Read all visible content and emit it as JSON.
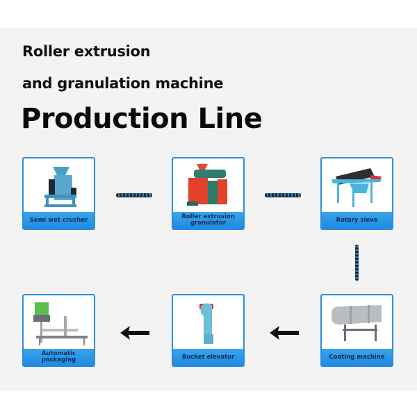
{
  "title": {
    "line1": "Roller extrusion",
    "line2": "and granulation machine",
    "line3": "Production Line"
  },
  "colors": {
    "card_border": "#2a8ee0",
    "label_bg": "#2a95e6",
    "label_text": "#0d2f5a",
    "background": "#f3f3f3"
  },
  "steps": [
    {
      "label": "Semi wet crusher",
      "icon": "crusher-machine-icon"
    },
    {
      "label": "Roller extrusion granulator",
      "icon": "granulator-machine-icon"
    },
    {
      "label": "Rotary sieve",
      "icon": "rotary-sieve-icon"
    },
    {
      "label": "Coating machine",
      "icon": "coating-drum-icon"
    },
    {
      "label": "Bucket elevator",
      "icon": "bucket-elevator-icon"
    },
    {
      "label": "Automatic packaging",
      "icon": "packaging-machine-icon"
    }
  ],
  "connectors": [
    {
      "from": "Semi wet crusher",
      "to": "Roller extrusion granulator",
      "type": "conveyor-belt"
    },
    {
      "from": "Roller extrusion granulator",
      "to": "Rotary sieve",
      "type": "conveyor-belt"
    },
    {
      "from": "Rotary sieve",
      "to": "Coating machine",
      "type": "conveyor-belt"
    },
    {
      "from": "Coating machine",
      "to": "Bucket elevator",
      "type": "arrow-left"
    },
    {
      "from": "Bucket elevator",
      "to": "Automatic packaging",
      "type": "arrow-left"
    }
  ]
}
